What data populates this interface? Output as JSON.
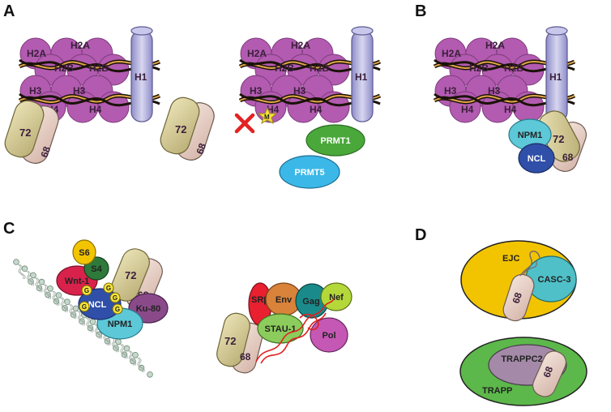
{
  "panels": {
    "a": "A",
    "b": "B",
    "c": "C",
    "d": "D"
  },
  "histones": {
    "h2a": "H2A",
    "h2b": "H2B",
    "h3": "H3",
    "h4": "H4",
    "h1": "H1"
  },
  "ku": {
    "k72": "72",
    "k68": "68"
  },
  "mark": {
    "m": "M"
  },
  "proteins": {
    "prmt1": "PRMT1",
    "prmt5": "PRMT5",
    "npm1": "NPM1",
    "ncl": "NCL",
    "s6": "S6",
    "s4": "S4",
    "wnt1": "Wnt-1",
    "ku80": "Ku-80",
    "g": "G",
    "srb": "SRβ",
    "env": "Env",
    "gag": "Gag",
    "nef": "Nef",
    "stau1": "STAU-1",
    "pol": "Pol",
    "ejc": "EJC",
    "casc3": "CASC-3",
    "trappc2": "TRAPPC2",
    "trapp": "TRAPP"
  },
  "colors": {
    "histone": "#b25bb0",
    "h1": "#b4b2dc",
    "ku72": "#d9cf9a",
    "ku68": "#e8cfc3",
    "prmt1": "#4aa83a",
    "prmt5": "#3bb8e8",
    "npm1": "#5cc8d8",
    "ncl": "#2f4fa8",
    "ejc": "#f2c400",
    "trapp": "#5cb84a",
    "trappc2": "#a48aa8"
  }
}
